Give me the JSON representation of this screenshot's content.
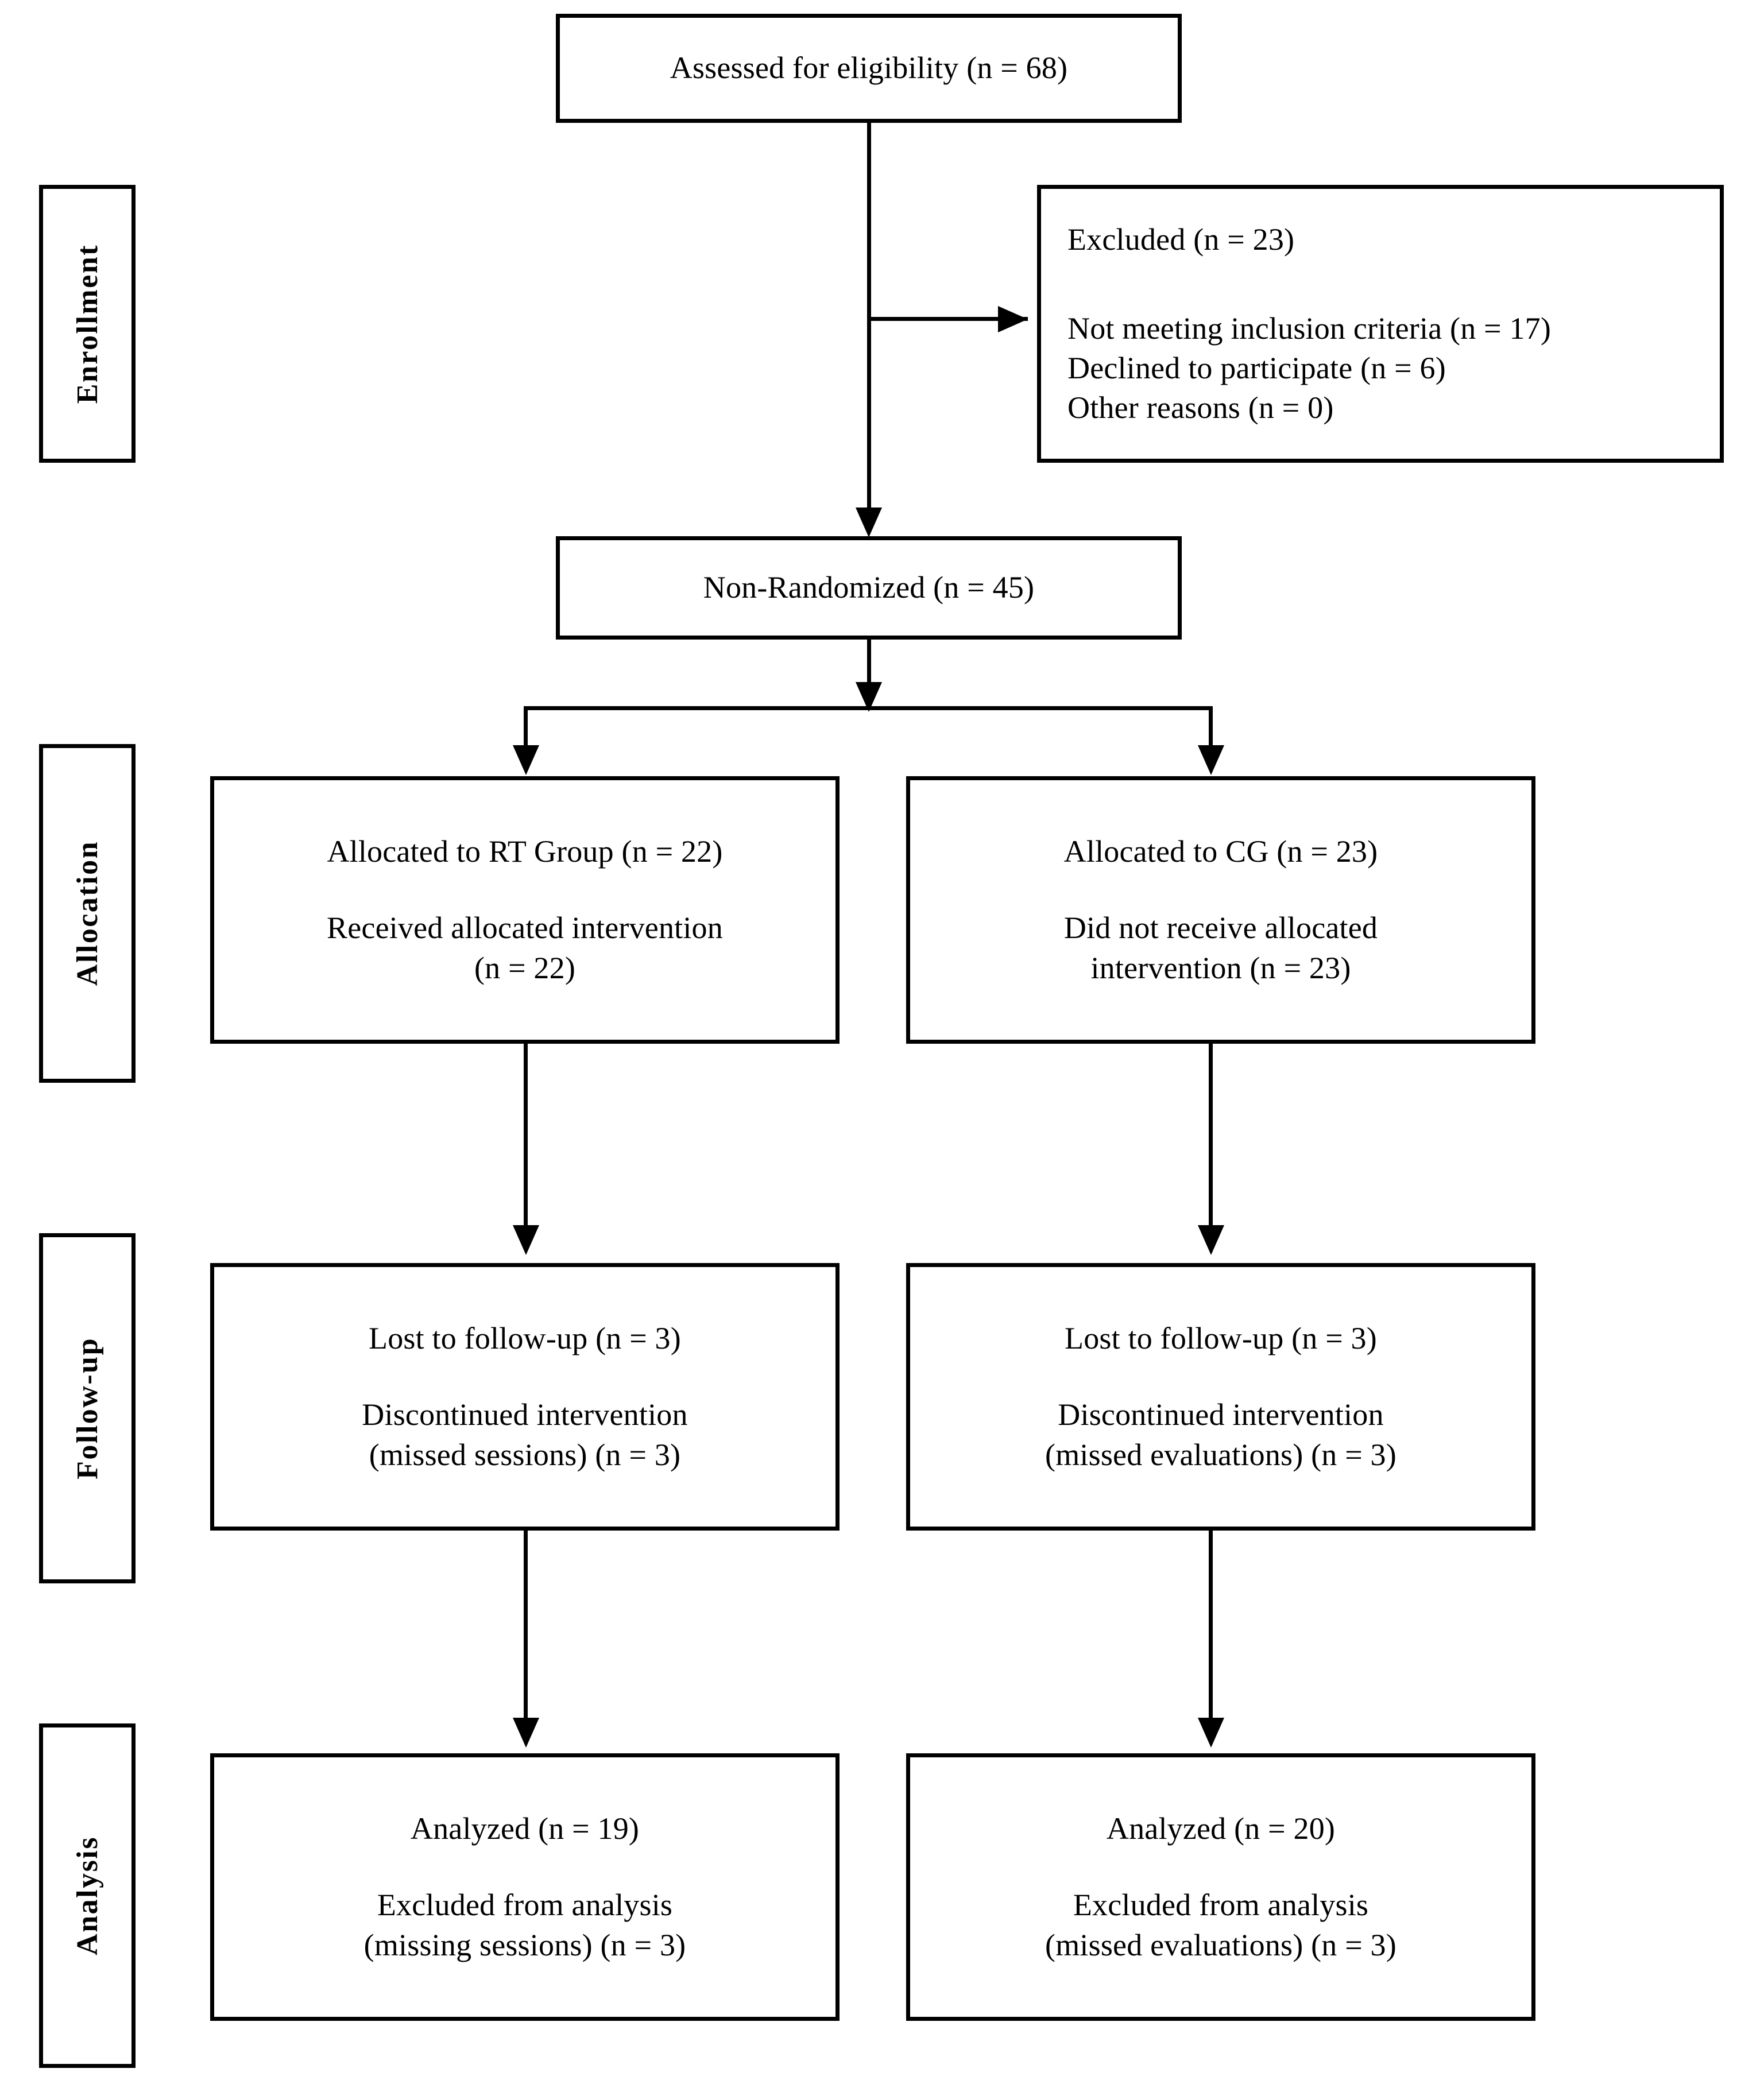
{
  "diagram": {
    "type": "CONSORT participant flow diagram",
    "stages": [
      {
        "id": "enrollment",
        "label": "Enrollment"
      },
      {
        "id": "allocation",
        "label": "Allocation"
      },
      {
        "id": "followup",
        "label": "Follow-up"
      },
      {
        "id": "analysis",
        "label": "Analysis"
      }
    ],
    "nodes": {
      "assessed": {
        "lines": [
          "Assessed for eligibility (n = 68)"
        ]
      },
      "excluded": {
        "header": "Excluded (n = 23)",
        "reasons": [
          "Not meeting inclusion criteria (n = 17)",
          "Declined to participate (n = 6)",
          "Other reasons (n = 0)"
        ]
      },
      "nonrandomized": {
        "lines": [
          "Non-Randomized (n = 45)"
        ]
      },
      "alloc_left": {
        "line1": "Allocated to RT Group (n = 22)",
        "line2": "Received allocated intervention",
        "line3": "(n = 22)"
      },
      "alloc_right": {
        "line1": "Allocated to CG (n = 23)",
        "line2": "Did not receive allocated",
        "line3": "intervention (n = 23)"
      },
      "followup_left": {
        "line1": "Lost to follow-up (n = 3)",
        "line2": "Discontinued intervention",
        "line3": "(missed sessions) (n = 3)"
      },
      "followup_right": {
        "line1": "Lost to follow-up (n = 3)",
        "line2": "Discontinued intervention",
        "line3": "(missed evaluations) (n = 3)"
      },
      "analysis_left": {
        "line1": "Analyzed (n = 19)",
        "line2": "Excluded from analysis",
        "line3": "(missing sessions) (n = 3)"
      },
      "analysis_right": {
        "line1": "Analyzed (n = 20)",
        "line2": "Excluded from analysis",
        "line3": "(missed evaluations) (n = 3)"
      }
    },
    "colors": {
      "stroke": "#000000",
      "background": "#ffffff",
      "text": "#000000"
    }
  }
}
